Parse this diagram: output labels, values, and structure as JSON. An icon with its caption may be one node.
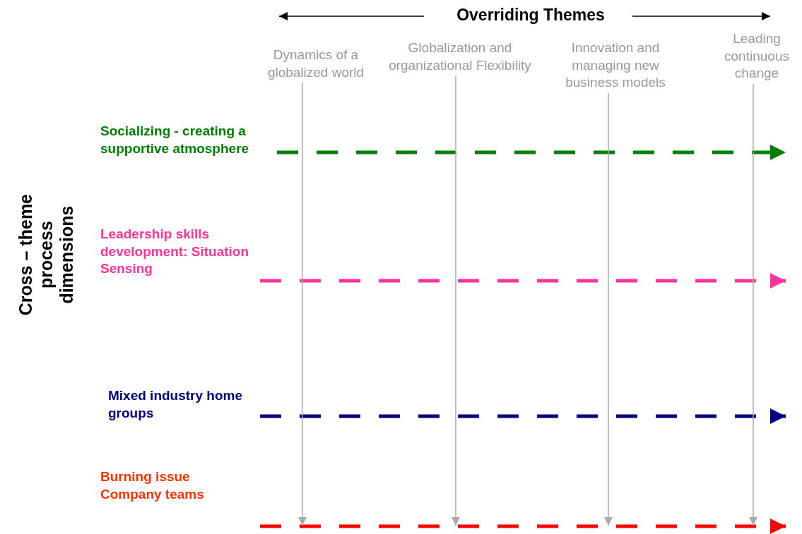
{
  "diagram": {
    "title": "Overriding Themes",
    "nodes": [
      {
        "text": [
          "Dynamics of a globalized world"
        ]
      },
      {
        "text": [
          "Globalization and organizational Flexibility"
        ]
      },
      {
        "text": [
          "Innovation and managing new business models"
        ]
      },
      {
        "text": [
          "Leading continuous change"
        ]
      },
      {
        "text": [
          "Socializing - creating a supportive atmosphere"
        ]
      },
      {
        "text": [
          "Leadership skills development: Situation Sensing"
        ]
      },
      {
        "text": [
          "Mixed industry home groups"
        ]
      },
      {
        "text": [
          "Burning issue Company teams"
        ]
      }
    ],
    "edges": [
      {
        "from": 4,
        "to": null,
        "arrow": "to",
        "style": "dashed",
        "color": "#008000"
      },
      {
        "from": 5,
        "to": null,
        "arrow": "to",
        "style": "dashed",
        "color": "#ff3399"
      },
      {
        "from": 6,
        "to": null,
        "arrow": "to",
        "style": "dashed",
        "color": "#000080"
      },
      {
        "from": 7,
        "to": null,
        "arrow": "to",
        "style": "dashed",
        "color": "#ff0000"
      },
      {
        "from": 0,
        "to": null,
        "arrow": "to"
      },
      {
        "from": 1,
        "to": null,
        "arrow": "to"
      },
      {
        "from": 2,
        "to": null,
        "arrow": "to"
      },
      {
        "from": 3,
        "to": null,
        "arrow": "to"
      }
    ],
    "labels": [
      "Cross – theme process dimensions"
    ]
  }
}
